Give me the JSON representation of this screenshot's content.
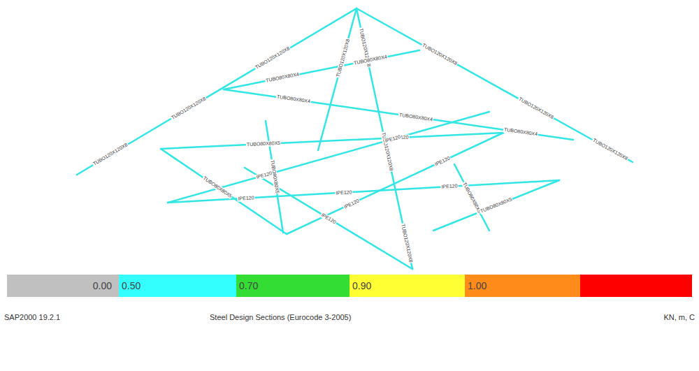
{
  "diagram": {
    "labels": [
      "TUBO120X120X8",
      "TUBO120X120X8",
      "TUBO120X120X8",
      "TUBO120X120X8",
      "TUBO120X120X8",
      "TUBO120X120X8",
      "TUBO120X120X8",
      "TUBO120X120X8",
      "TUBO120X120X8",
      "TUBO120X120X8",
      "TUBO80X80X4",
      "TUBO80X80X4",
      "TUBO80X80X4",
      "TUBO80X80X4",
      "TUBO80X80X4",
      "TUBO80X80X5",
      "TUBO80X80X5",
      "TUBO80X80X5",
      "TUBO80X80X5",
      "TUBO80X80X5",
      "IPE120",
      "IPE120",
      "IPE120",
      "IPE120",
      "IPE120",
      "IPE120",
      "IPE120",
      "IPE120",
      "IPE120",
      "SAP2000 19.2.1",
      "Steel Design Sections  (Eurocode 3-2005)",
      "KN, m, C"
    ],
    "legend": [
      {
        "text": "0.00",
        "color": "#c0c0c0"
      },
      {
        "text": "0.50",
        "color": "#33ffff"
      },
      {
        "text": "0.70",
        "color": "#33dd33"
      },
      {
        "text": "0.90",
        "color": "#ffff33"
      },
      {
        "text": "1.00",
        "color": "#ff8c1a"
      }
    ]
  }
}
